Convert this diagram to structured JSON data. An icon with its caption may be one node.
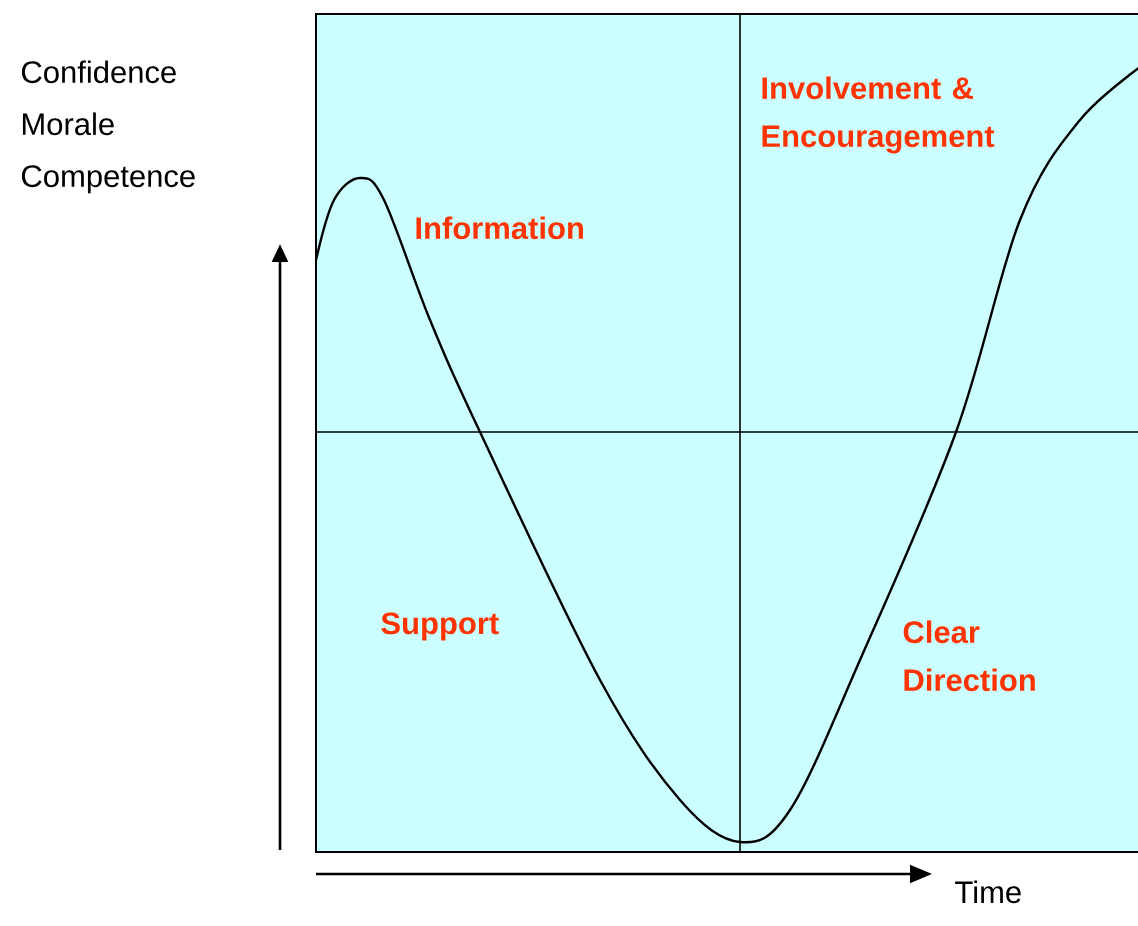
{
  "diagram": {
    "labels": [
      "Confidence Morale Competence",
      "Information",
      "Involvement & Encouragement",
      "Support",
      "Clear Direction",
      "Time"
    ]
  }
}
